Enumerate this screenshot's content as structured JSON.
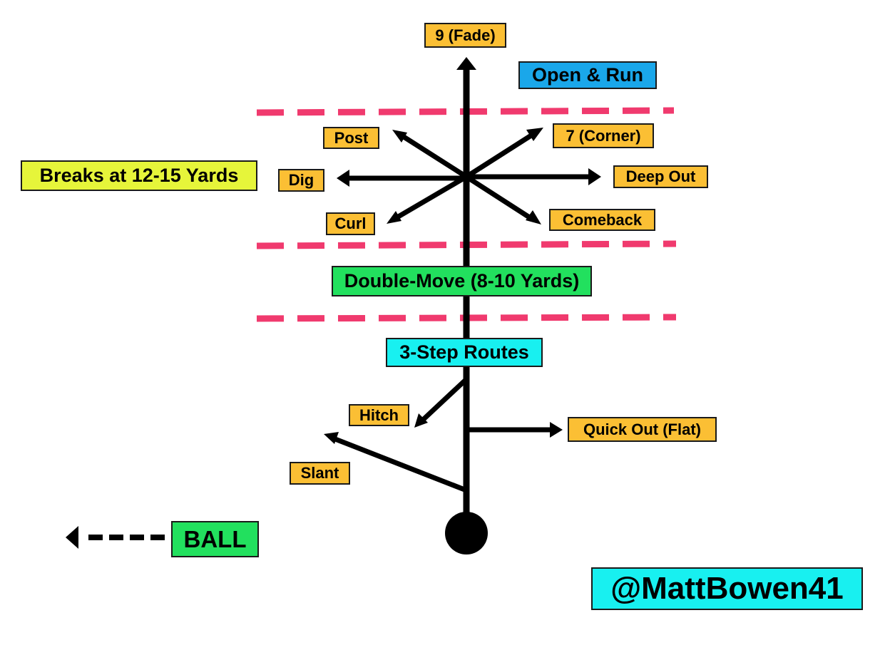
{
  "colors": {
    "route_label": "#fbbf34",
    "open_run": "#1aa7ea",
    "breaks": "#e6f53a",
    "double_move": "#22e05e",
    "three_step": "#18f0f0",
    "ball": "#22e05e",
    "handle": "#18f0f0",
    "zone_divider": "#f03a6e",
    "route_line": "#000000"
  },
  "routes": {
    "fade": "9 (Fade)",
    "post": "Post",
    "corner": "7 (Corner)",
    "dig": "Dig",
    "deep_out": "Deep Out",
    "curl": "Curl",
    "comeback": "Comeback",
    "hitch": "Hitch",
    "quick_out": "Quick Out (Flat)",
    "slant": "Slant"
  },
  "zones": {
    "open_run": "Open & Run",
    "breaks": "Breaks at 12-15 Yards",
    "double_move": "Double-Move (8-10 Yards)",
    "three_step": "3-Step Routes"
  },
  "ball": {
    "label": "BALL"
  },
  "handle": "@MattBowen41"
}
